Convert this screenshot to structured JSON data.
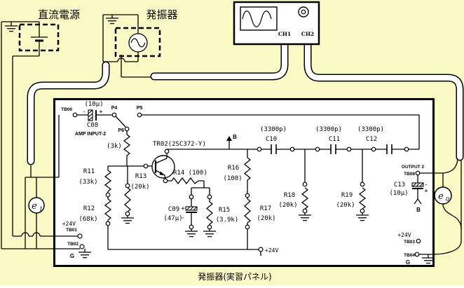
{
  "colors": {
    "background": "#FAFAC6",
    "line": "#000000",
    "panel_fill": "#FFFFFF"
  },
  "external": {
    "dc_supply_label": "直流電源",
    "oscillator_label": "発振器",
    "scope": {
      "ch1": "CH1",
      "ch2": "CH2"
    },
    "meter_input": {
      "base": "e",
      "sub": "1"
    },
    "meter_output": {
      "base": "e",
      "sub": "0"
    }
  },
  "panel": {
    "caption": "発振器(実習パネル)",
    "labels": {
      "amp_input": "AMP INPUT-2",
      "output": "OUTPUT 2"
    },
    "terminals": {
      "tb06": "TB06",
      "tb01": "TB01",
      "tb02": "TB02",
      "tb03": "TB03",
      "tb04": "TB04",
      "tb08": "TB08",
      "p4": "P4",
      "p5": "P5",
      "p6": "P6",
      "plus24_tb01": "+24V",
      "plus24_tb03": "+24V",
      "plus24_bus": "+24V",
      "g_tb02": "G",
      "g_tb04": "G",
      "b_arrow": "B",
      "b_c13": "B"
    },
    "components": {
      "c08": {
        "ref": "C08",
        "value": "(10μ)",
        "minus": "-",
        "plus": "+"
      },
      "rb": {
        "value": "(3k)"
      },
      "tr02": {
        "ref": "TR02(2SC372-Y)"
      },
      "r11": {
        "ref": "R11",
        "value": "(33k)"
      },
      "r12": {
        "ref": "R12",
        "value": "(68k)"
      },
      "r13": {
        "ref": "R13",
        "value": "(20k)"
      },
      "r14": {
        "ref": "R14 (100)"
      },
      "r15": {
        "ref": "R15",
        "value": "(3.9k)"
      },
      "r16": {
        "ref": "R16",
        "value": "(100)"
      },
      "r17": {
        "ref": "R17",
        "value": "(20k)"
      },
      "r18": {
        "ref": "R18",
        "value": "(20k)"
      },
      "r19": {
        "ref": "R19",
        "value": "(20k)"
      },
      "c09": {
        "ref": "C09",
        "value": "(47μ)",
        "plus": "+",
        "minus": "-"
      },
      "c10": {
        "ref": "C10",
        "value": "(3300p)"
      },
      "c11": {
        "ref": "C11",
        "value": "(3300p)"
      },
      "c12": {
        "ref": "C12",
        "value": "(3300p)"
      },
      "c13": {
        "ref": "C13",
        "value": "(10μ)",
        "minus": "-",
        "plus": "+"
      }
    }
  }
}
